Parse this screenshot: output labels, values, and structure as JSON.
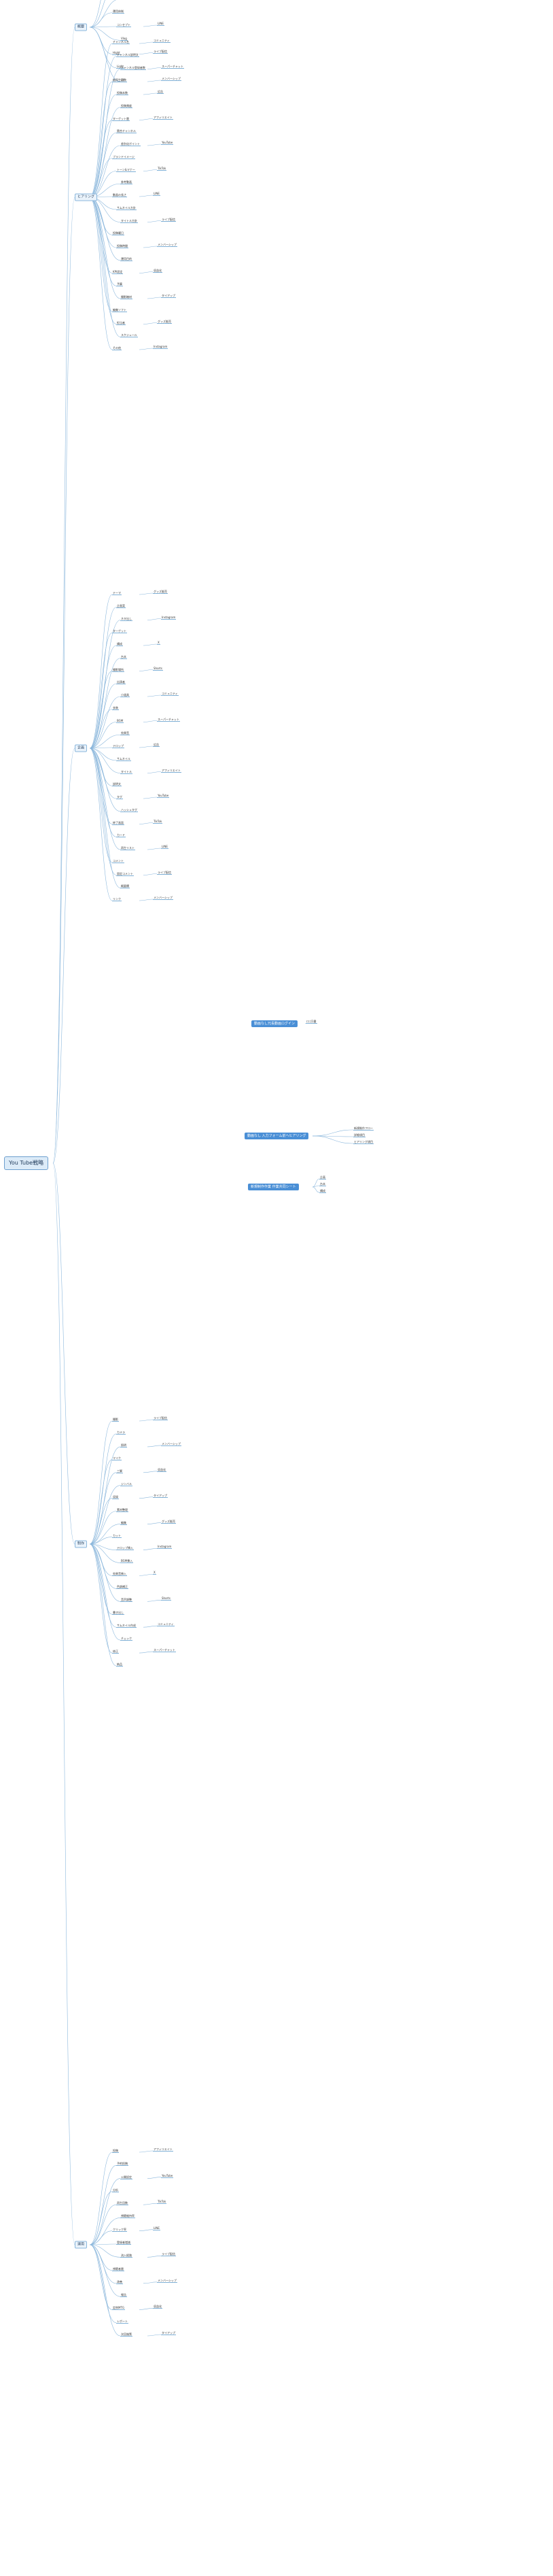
{
  "root": {
    "label": "You Tube戦略"
  },
  "callouts": [
    {
      "label": "動画なし冗長動画ログイン"
    },
    {
      "label": "動画なし 入力フォーム前へヒアリング"
    },
    {
      "label": "新規制作作業 作業共同シート"
    }
  ],
  "callout_notes": [
    "ロゴ1番",
    "新規制作フロー",
    "詳細項目",
    "ヒアリング項目",
    "企画",
    "台本",
    "構成"
  ],
  "sections": [
    {
      "label": "概要",
      "items": [
        "目的",
        "Everything",
        "ターゲット",
        "運用体制",
        "コンセプト",
        "Vlog",
        "Hight",
        "Light",
        "UI"
      ]
    },
    {
      "label": "ヒアリング",
      "items": [
        "チャンネル名",
        "チャンネル説明文",
        "チャンネル登録者数",
        "総再生回数",
        "投稿本数",
        "投稿頻度",
        "ターゲット層",
        "競合チャンネル",
        "差別化ポイント",
        "ブランドイメージ",
        "トーン&マナー",
        "参考動画",
        "動画の長さ",
        "サムネイル方針",
        "タイトル方針",
        "投稿曜日",
        "投稿時間",
        "運用目的",
        "KPI設定",
        "予算",
        "撮影機材",
        "編集ソフト",
        "担当者",
        "スケジュール",
        "その他"
      ]
    },
    {
      "label": "企画",
      "items": [
        "テーマ",
        "企画案",
        "ネタ出し",
        "ターゲット",
        "構成",
        "台本",
        "撮影場所",
        "出演者",
        "小道具",
        "衣装",
        "BGM",
        "効果音",
        "テロップ",
        "サムネイル",
        "タイトル",
        "説明文",
        "タグ",
        "ハッシュタグ",
        "終了画面",
        "カード",
        "再生リスト",
        "コメント",
        "固定コメント",
        "概要欄",
        "リンク"
      ]
    },
    {
      "label": "制作",
      "items": [
        "撮影",
        "カメラ",
        "照明",
        "マイク",
        "三脚",
        "ジンバル",
        "収録",
        "素材整理",
        "編集",
        "カット",
        "テロップ挿入",
        "BGM挿入",
        "効果音挿入",
        "色調補正",
        "音声調整",
        "書き出し",
        "サムネイル作成",
        "チェック",
        "修正",
        "納品"
      ]
    },
    {
      "label": "運用",
      "items": [
        "投稿",
        "予約投稿",
        "公開設定",
        "分析",
        "再生回数",
        "視聴維持率",
        "クリック率",
        "登録者増減",
        "流入経路",
        "視聴者層",
        "改善",
        "報告",
        "定例MTG",
        "レポート",
        "次回施策"
      ]
    }
  ],
  "misc_labels": [
    "YouTube",
    "Instagram",
    "TikTok",
    "X",
    "LINE",
    "Shorts",
    "ライブ配信",
    "コミュニティ",
    "メンバーシップ",
    "スーパーチャット",
    "収益化",
    "広告",
    "タイアップ",
    "アフィリエイト",
    "グッズ販売"
  ]
}
